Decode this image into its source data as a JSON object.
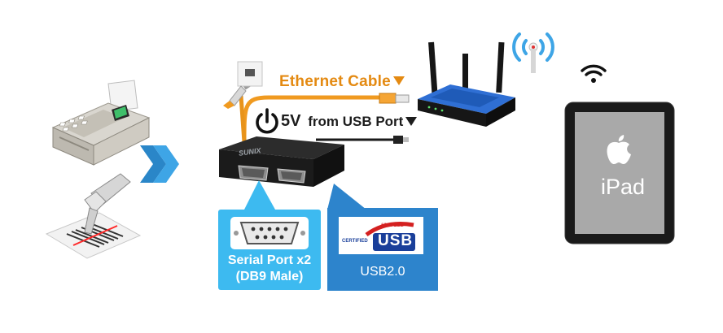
{
  "labels": {
    "ethernet_cable": "Ethernet Cable",
    "power_prefix": "5V",
    "power_from": "from USB Port",
    "device_brand": "SUNIX",
    "serial_port_line1": "Serial Port x2",
    "serial_port_line2": "(DB9 Male)",
    "usb_badge_top": "HI-SPEED",
    "usb_badge_certified": "CERTIFIED",
    "usb_badge_main": "USB",
    "usb_version": "USB2.0",
    "ipad": "iPad"
  },
  "icons": [
    "cash-register-icon",
    "barcode-scanner-icon",
    "double-chevron-right-icon",
    "rj45-jack-icon",
    "power-icon",
    "wireless-router-icon",
    "wifi-signal-icon",
    "ipad-icon",
    "apple-logo-icon"
  ],
  "colors": {
    "ethernet_orange": "#e48a12",
    "serial_blue": "#3dbaf0",
    "usb_blue": "#2d84cc",
    "router_blue": "#1f5bb8",
    "device_black": "#1b1b1b"
  }
}
